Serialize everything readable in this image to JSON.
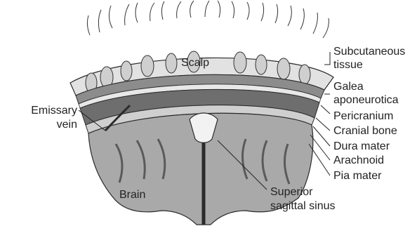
{
  "labels": {
    "scalp": "Scalp",
    "subcutaneous_line1": "Subcutaneous",
    "subcutaneous_line2": "tissue",
    "galea_line1": "Galea",
    "galea_line2": "aponeurotica",
    "pericranium": "Pericranium",
    "cranial_bone": "Cranial bone",
    "dura_mater": "Dura mater",
    "arachnoid": "Arachnoid",
    "pia_mater": "Pia mater",
    "emissary_line1": "Emissary",
    "emissary_line2": "vein",
    "brain": "Brain",
    "superior_line1": "Superior",
    "superior_line2": "sagittal sinus"
  },
  "colors": {
    "scalp": "#e2e2e2",
    "galea": "#8c8c8c",
    "bone": "#6e6e6e",
    "dura": "#cfcfcf",
    "brain": "#a9a9a9",
    "sulcus": "#5a5a5a",
    "outline": "#2a2a2a",
    "sinus": "#f2f2f2"
  }
}
